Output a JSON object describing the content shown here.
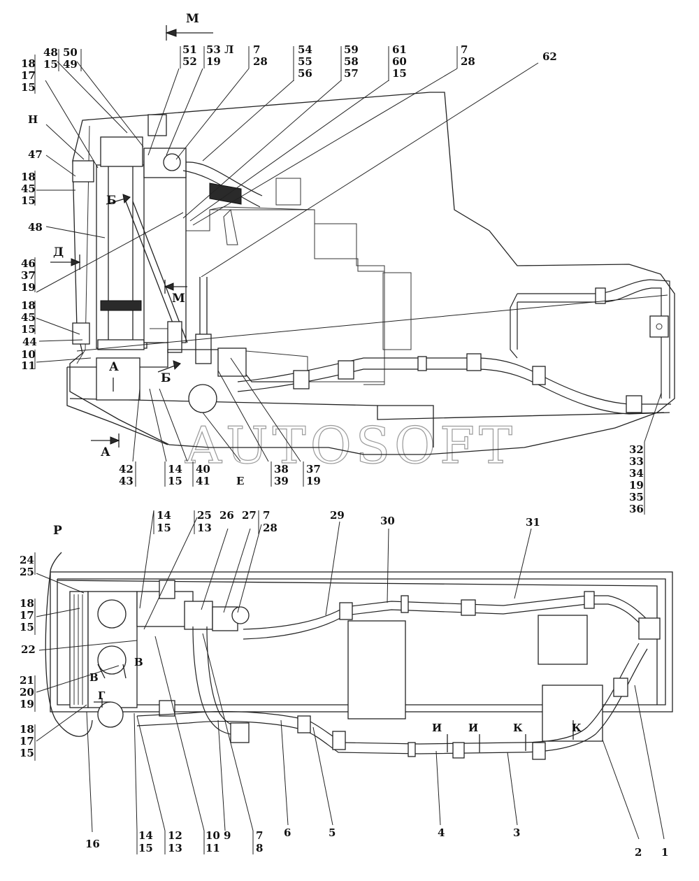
{
  "top_view": {
    "callouts": {
      "c_48_15": [
        "48",
        "15"
      ],
      "c_50_49": [
        "50",
        "49"
      ],
      "c_51_52": [
        "51",
        "52"
      ],
      "c_53_19": [
        "53 Л",
        "19"
      ],
      "c_7_28_a": [
        "7",
        "28"
      ],
      "c_54": [
        "54",
        "55",
        "56"
      ],
      "c_59": [
        "59",
        "58",
        "57"
      ],
      "c_61": [
        "61",
        "60",
        "15"
      ],
      "c_7_28_b": [
        "7",
        "28"
      ],
      "c_62": [
        "62"
      ],
      "c_18_17_15": [
        "18",
        "17",
        "15"
      ],
      "c_H": [
        "Н"
      ],
      "c_47": [
        "47"
      ],
      "c_18_45_15_a": [
        "18",
        "45",
        "15"
      ],
      "c_48": [
        "48"
      ],
      "c_46_37_19": [
        "46",
        "37",
        "19"
      ],
      "c_18_45_15_b": [
        "18",
        "45",
        "15"
      ],
      "c_44": [
        "44"
      ],
      "c_10_11": [
        "10",
        "11"
      ],
      "c_42_43": [
        "42",
        "43"
      ],
      "c_14_15": [
        "14",
        "15"
      ],
      "c_40_41": [
        "40",
        "41"
      ],
      "c_E": [
        "Е"
      ],
      "c_38_39": [
        "38",
        "39"
      ],
      "c_37_19": [
        "37",
        "19"
      ],
      "c_32": [
        "32",
        "33",
        "34",
        "19",
        "35",
        "36"
      ]
    },
    "view_marks": {
      "M_top": "М",
      "M_mid": "М",
      "B": "Б",
      "B_low": "Б",
      "D": "Д",
      "A_up": "А",
      "A_low": "А"
    }
  },
  "bottom_view": {
    "callouts": {
      "c_P": [
        "Р"
      ],
      "c_14_15_top": [
        "14",
        "15"
      ],
      "c_25_13": [
        "25",
        "13"
      ],
      "c_26": [
        "26"
      ],
      "c_27": [
        "27"
      ],
      "c_7_28": [
        "7",
        "28"
      ],
      "c_29": [
        "29"
      ],
      "c_30": [
        "30"
      ],
      "c_31": [
        "31"
      ],
      "c_24_25": [
        "24",
        "25"
      ],
      "c_18_17_15_a": [
        "18",
        "17",
        "15"
      ],
      "c_22": [
        "22"
      ],
      "c_21_20_19": [
        "21",
        "20",
        "19"
      ],
      "c_18_17_15_b": [
        "18",
        "17",
        "15"
      ],
      "c_16": [
        "16"
      ],
      "c_14_15_bot": [
        "14",
        "15"
      ],
      "c_12_13": [
        "12",
        "13"
      ],
      "c_10_11": [
        "10",
        "11"
      ],
      "c_9": [
        "9"
      ],
      "c_7_8": [
        "7",
        "8"
      ],
      "c_6": [
        "6"
      ],
      "c_5": [
        "5"
      ],
      "c_4": [
        "4"
      ],
      "c_3": [
        "3"
      ],
      "c_2": [
        "2"
      ],
      "c_1": [
        "1"
      ]
    },
    "view_marks": {
      "V1": "В",
      "V2": "В",
      "G": "Г",
      "I1": "И",
      "I2": "И",
      "K1": "К",
      "K2": "К"
    }
  },
  "watermark": "AUTOSOFT"
}
